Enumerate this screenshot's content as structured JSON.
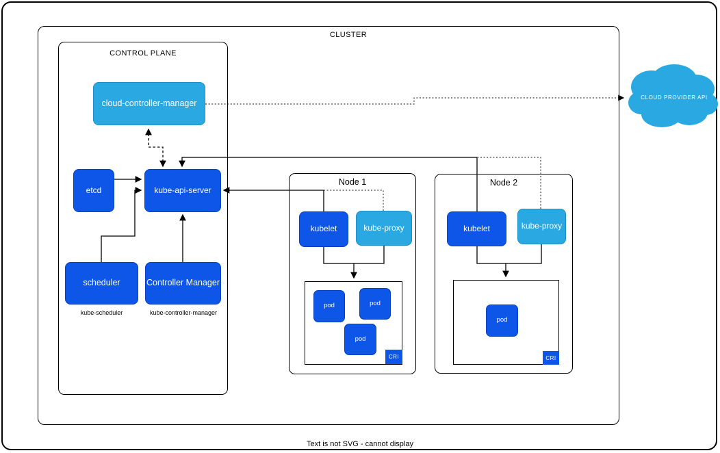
{
  "footer": "Text is not SVG - cannot display",
  "cluster": {
    "label": "CLUSTER",
    "control_plane": {
      "label": "CONTROL PLANE",
      "cloud_controller_manager": "cloud-controller-manager",
      "etcd": "etcd",
      "kube_api_server": "kube-api-server",
      "scheduler": "scheduler",
      "scheduler_caption": "kube-scheduler",
      "controller_manager": "Controller Manager",
      "controller_manager_caption": "kube-controller-manager"
    },
    "nodes": [
      {
        "label": "Node 1",
        "kubelet": "kubelet",
        "kube_proxy": "kube-proxy",
        "pods": [
          "pod",
          "pod",
          "pod"
        ],
        "cri_label": "CRI"
      },
      {
        "label": "Node 2",
        "kubelet": "kubelet",
        "kube_proxy": "kube-proxy",
        "pods": [
          "pod"
        ],
        "cri_label": "CRI"
      }
    ]
  },
  "external": {
    "cloud_provider_api": "CLOUD PROVIDER API"
  },
  "colors": {
    "primary_blue": "#0E56E8",
    "light_blue": "#29A8E1",
    "line": "#000000"
  }
}
